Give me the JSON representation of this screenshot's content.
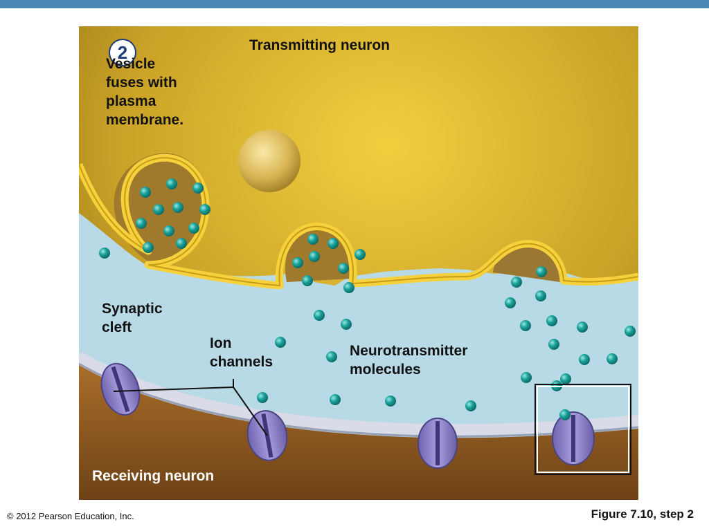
{
  "figure": {
    "step_number": "2",
    "step_caption": "Vesicle\nfuses with\nplasma\nmembrane.",
    "labels": {
      "transmitting_neuron": "Transmitting neuron",
      "synaptic_cleft": "Synaptic\ncleft",
      "ion_channels": "Ion\nchannels",
      "neurotransmitter_molecules": "Neurotransmitter\nmolecules",
      "receiving_neuron": "Receiving neuron"
    },
    "colors": {
      "transmitting_neuron": "#c9a227",
      "membrane": "#f5d23c",
      "synaptic_cleft": "#b8d9e6",
      "receiving_neuron": "#8a5a22",
      "neurotransmitter": "#17958f",
      "ion_channel": "#8a7fc9",
      "step_badge": "#1c3d7a",
      "top_bar": "#4a86b4"
    }
  },
  "footer": {
    "copyright": "© 2012 Pearson Education, Inc.",
    "figure_ref": "Figure 7.10, step 2"
  }
}
